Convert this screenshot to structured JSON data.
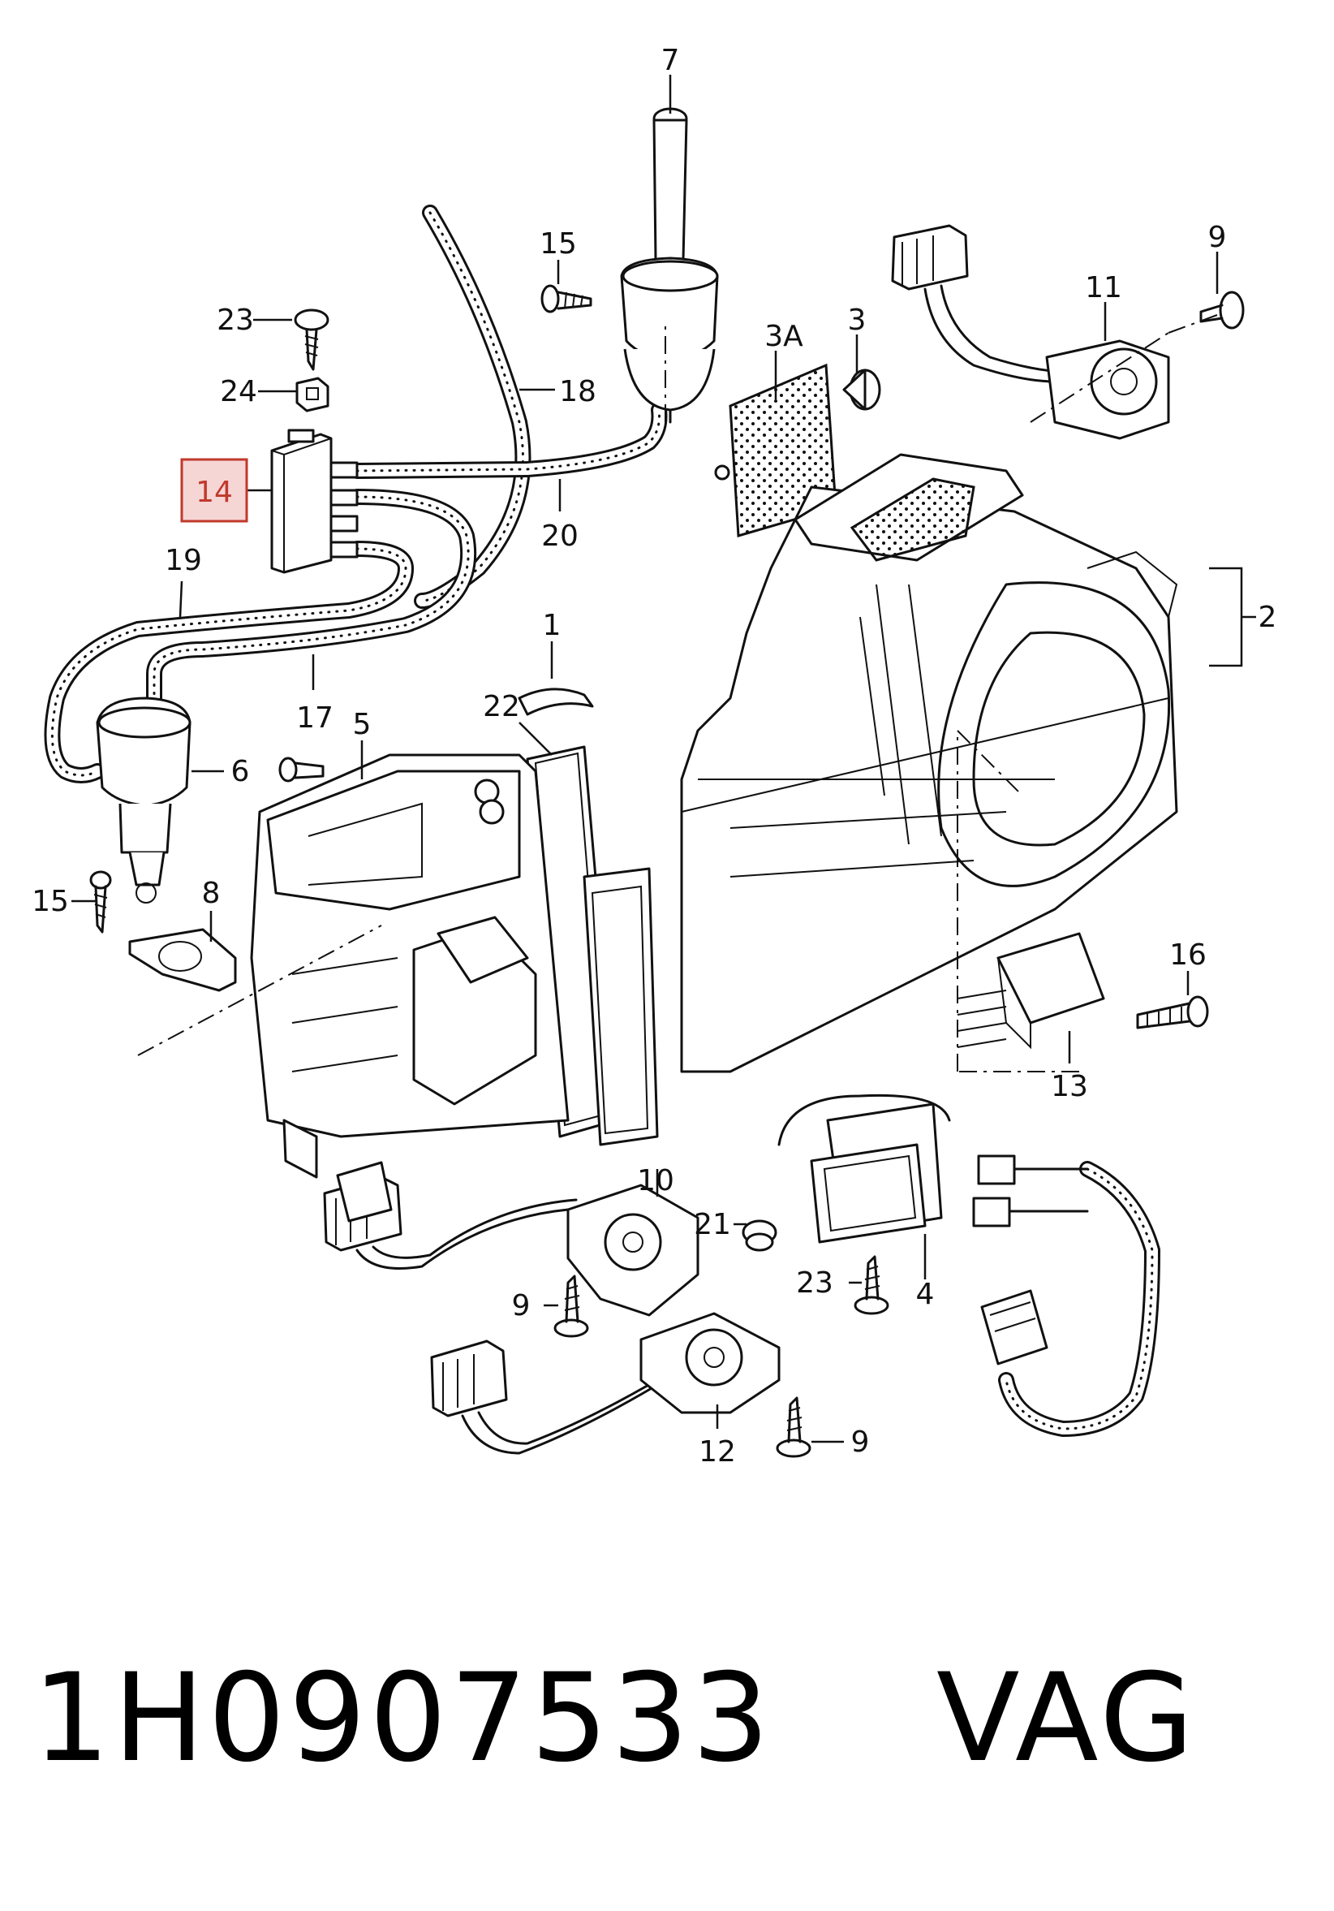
{
  "labels": {
    "p1": "1",
    "p2": "2",
    "p3": "3",
    "p3a": "3A",
    "p4": "4",
    "p5": "5",
    "p6": "6",
    "p7": "7",
    "p8": "8",
    "p9a": "9",
    "p9b": "9",
    "p9c": "9",
    "p10": "10",
    "p11": "11",
    "p12": "12",
    "p13": "13",
    "p14": "14",
    "p15a": "15",
    "p15b": "15",
    "p16": "16",
    "p17": "17",
    "p18": "18",
    "p19": "19",
    "p20": "20",
    "p21": "21",
    "p22": "22",
    "p23a": "23",
    "p23b": "23",
    "p24": "24"
  },
  "caption": {
    "part_number": "1H0907533",
    "brand": "VAG"
  },
  "colors": {
    "highlight_border": "#c0392b",
    "highlight_fill": "#f6d5d5",
    "line": "#111111"
  }
}
